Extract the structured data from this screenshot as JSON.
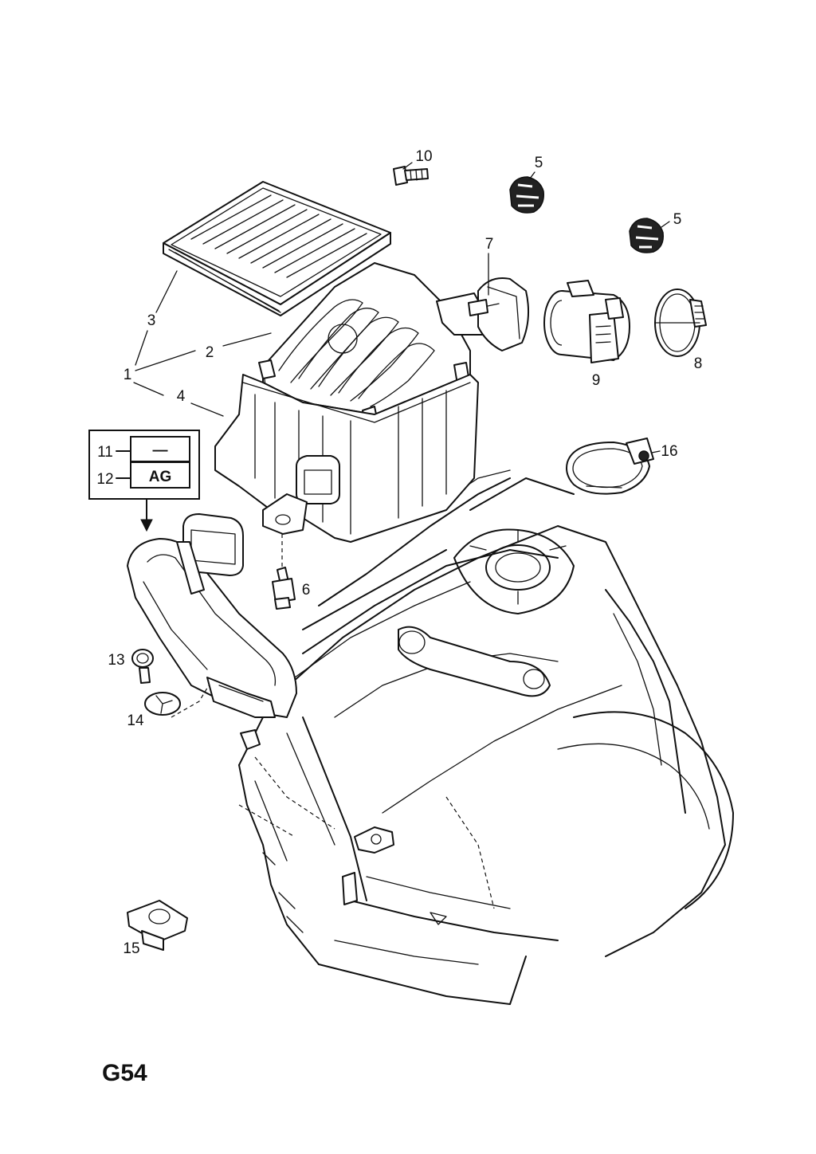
{
  "page_code": "G54",
  "callouts": {
    "c1": "1",
    "c2": "2",
    "c3": "3",
    "c4": "4",
    "c5a": "5",
    "c5b": "5",
    "c6": "6",
    "c7": "7",
    "c8": "8",
    "c9": "9",
    "c10": "10",
    "c11": "11",
    "c12": "12",
    "c13": "13",
    "c14": "14",
    "c15": "15",
    "c16": "16"
  },
  "variant_box": {
    "row_11_code": "—",
    "row_12_code": "AG"
  }
}
